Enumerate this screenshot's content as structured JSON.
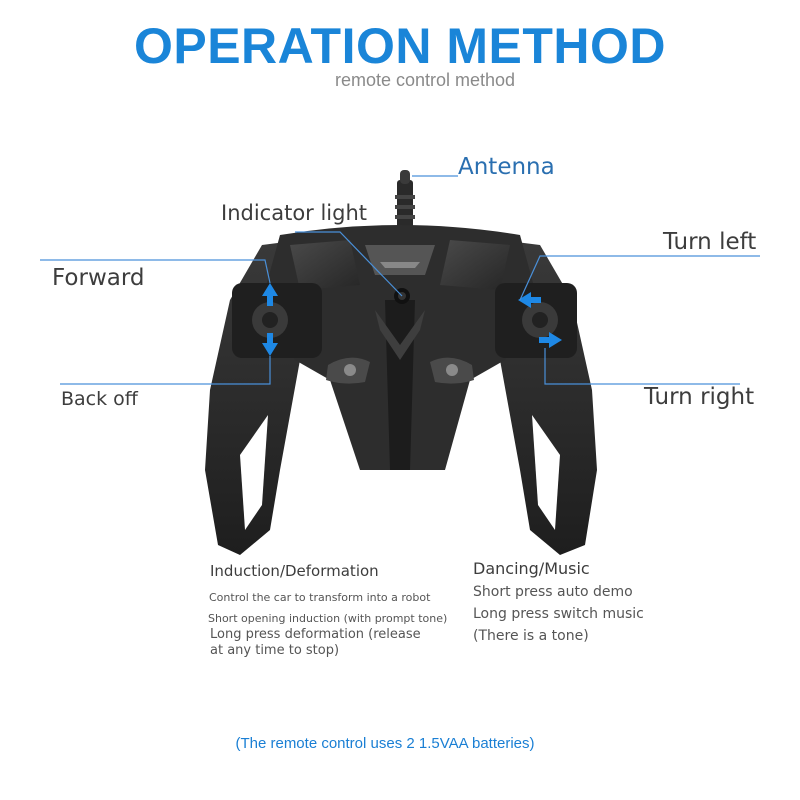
{
  "header": {
    "title": "OPERATION METHOD",
    "subtitle": "remote control method"
  },
  "callouts": {
    "antenna": "Antenna",
    "indicator_light": "Indicator light",
    "forward": "Forward",
    "back_off": "Back off",
    "turn_left": "Turn left",
    "turn_right": "Turn right"
  },
  "induction": {
    "title": "Induction/Deformation",
    "line1": "Control the car to transform into a robot",
    "line2": "Short opening induction (with prompt tone)",
    "line3": "Long press deformation (release",
    "line4": "at any time to stop)"
  },
  "dancing": {
    "title": "Dancing/Music",
    "line1": "Short press auto demo",
    "line2": "Long press switch music",
    "line3": "(There is a tone)"
  },
  "footer": {
    "note": "(The remote control uses 2 1.5VAA batteries)"
  },
  "colors": {
    "title_blue": "#1a85d8",
    "callout_line": "#4a90d9",
    "arrow_blue": "#1e88e5",
    "controller_body": "#2b2b2b"
  }
}
